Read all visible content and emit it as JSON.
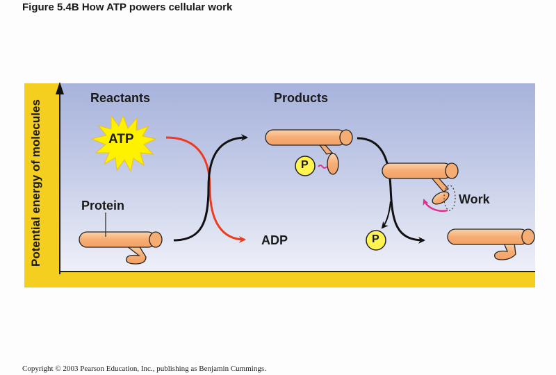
{
  "figure": {
    "title": "Figure 5.4B  How ATP powers cellular work",
    "copyright": "Copyright © 2003 Pearson Education, Inc., publishing as Benjamin Cummings."
  },
  "axis": {
    "y_label": "Potential energy of molecules"
  },
  "labels": {
    "reactants": "Reactants",
    "products": "Products",
    "atp": "ATP",
    "adp": "ADP",
    "protein": "Protein",
    "work": "Work",
    "phosphate": "P"
  },
  "colors": {
    "panel_border": "#f5cf1f",
    "background_top": "#a8b3dc",
    "background_bottom": "#eef0f8",
    "atp_star": "#fff200",
    "protein_fill": "#f8b781",
    "adp_arrow": "#ee3a1f",
    "work_arrow": "#e0328c",
    "phosphate_fill": "#fff450"
  }
}
